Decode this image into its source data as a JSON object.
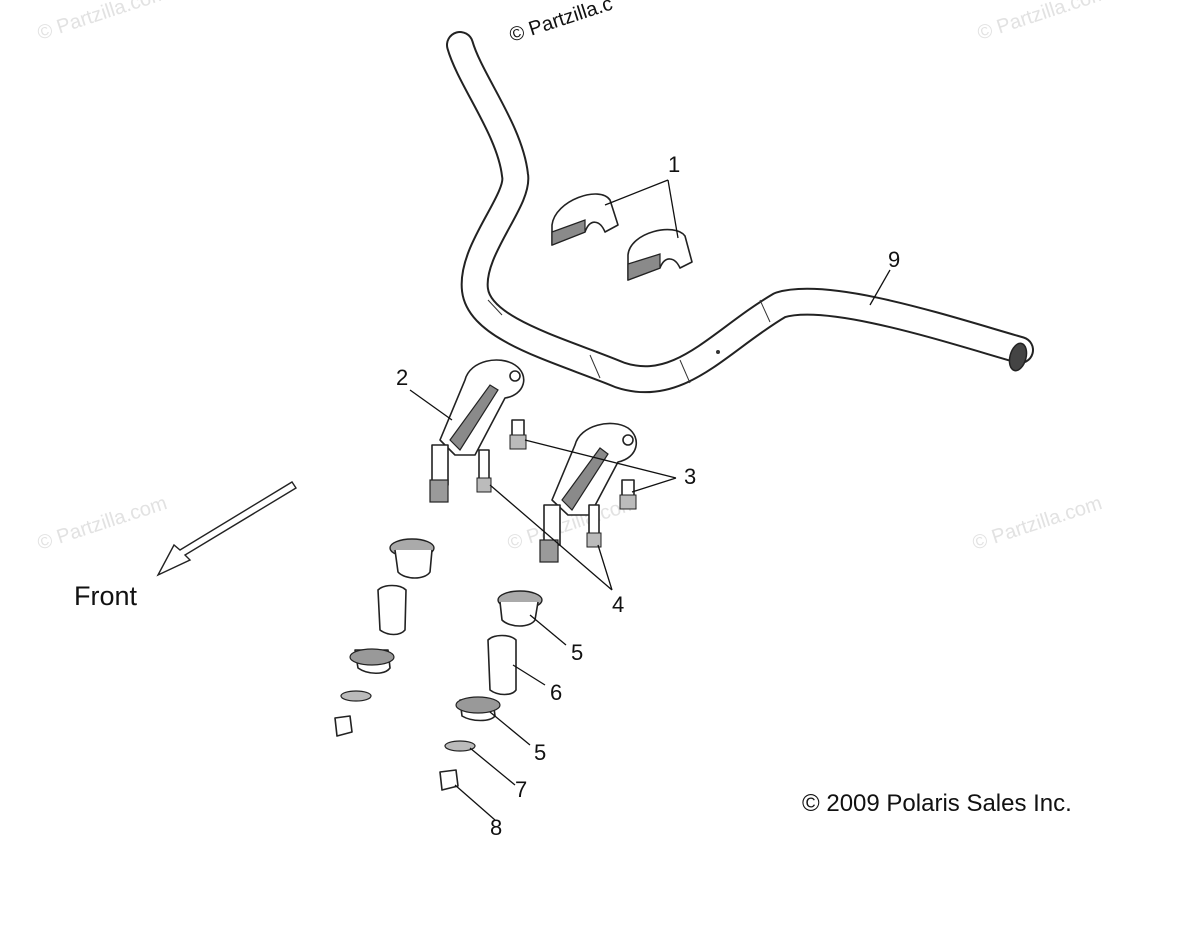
{
  "watermarks": {
    "top_left": "© Partzilla.com",
    "top_center": "© Partzilla.c",
    "top_right": "© Partzilla.com",
    "mid_left": "© Partzilla.com",
    "mid_center": "© Partzilla.com",
    "mid_right": "© Partzilla.com"
  },
  "direction": {
    "label": "Front"
  },
  "copyright": "© 2009 Polaris Sales Inc.",
  "callouts": [
    {
      "num": "1",
      "part": "Handlebar clamp cap"
    },
    {
      "num": "2",
      "part": "Handlebar riser"
    },
    {
      "num": "3",
      "part": "Clamp bolt"
    },
    {
      "num": "4",
      "part": "Riser bolt"
    },
    {
      "num": "5",
      "part": "Riser bushing"
    },
    {
      "num": "6",
      "part": "Spacer sleeve"
    },
    {
      "num": "7",
      "part": "Washer"
    },
    {
      "num": "8",
      "part": "Nut"
    },
    {
      "num": "9",
      "part": "Handlebar"
    }
  ]
}
